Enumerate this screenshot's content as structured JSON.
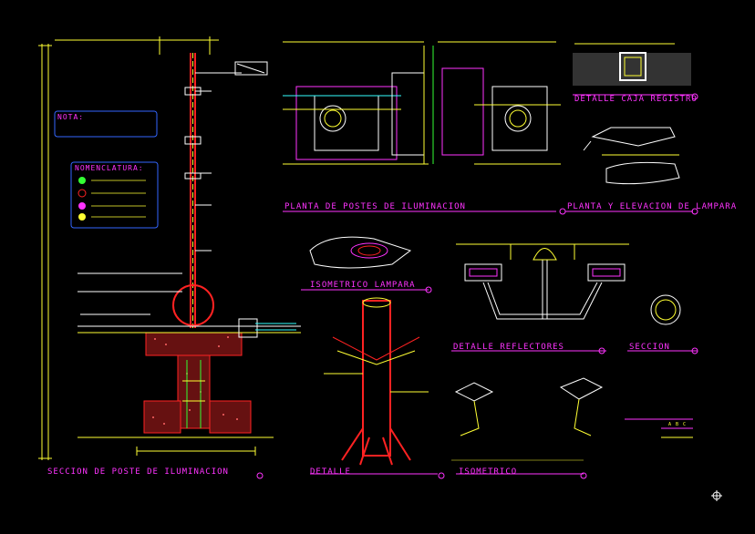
{
  "sheet": {
    "background": "#000000",
    "colors": {
      "yellow": "#ffff33",
      "magenta": "#ff33ff",
      "red": "#ff2222",
      "cyan": "#33ffff",
      "white": "#ffffff",
      "green": "#33ff33",
      "blue": "#3366ff"
    }
  },
  "notes": {
    "nota_title": "NOTA:",
    "nomenclatura_title": "NOMENCLATURA:"
  },
  "titles": {
    "seccion_poste": "SECCION DE POSTE DE ILUMINACION",
    "planta_postes": "PLANTA DE POSTES DE ILUMINACION",
    "detalle_caja": "DETALLE CAJA REGISTRO",
    "planta_elevacion": "PLANTA Y ELEVACION DE LAMPARA",
    "isometrico_lampara": "ISOMETRICO LAMPARA",
    "detalle_reflectores": "DETALLE REFLECTORES",
    "seccion": "SECCION",
    "detalle": "DETALLE",
    "isometrico": "ISOMETRICO"
  },
  "side_marks": {
    "a_b": "A  B  C"
  },
  "viewport": {
    "icon": "crosshair-icon"
  }
}
